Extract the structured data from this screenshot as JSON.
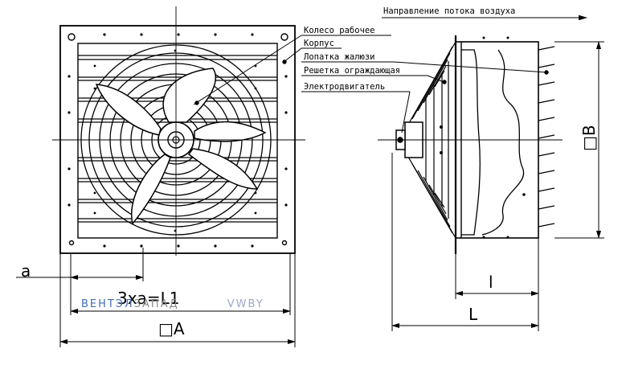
{
  "header": {
    "flow_direction": "Направление потока воздуха"
  },
  "labels": {
    "impeller": "Колесо рабочее",
    "housing": "Корпус",
    "louver_blade": "Лопатка жалюзи",
    "guard_grille": "Решетка ограждающая",
    "motor": "Электродвигатель"
  },
  "dimensions": {
    "a": "a",
    "pitch": "3xa=L1",
    "width": "□A",
    "height": "□B",
    "l_small": "l",
    "l_big": "L"
  },
  "watermark": {
    "part1": "ВЕНТЭЛ",
    "part2": "ЗАПАД",
    "part3": "VWBY"
  },
  "colors": {
    "line": "#000000",
    "watermark_blue": "#3f6fb6",
    "watermark_gray": "#8a8a8a"
  }
}
